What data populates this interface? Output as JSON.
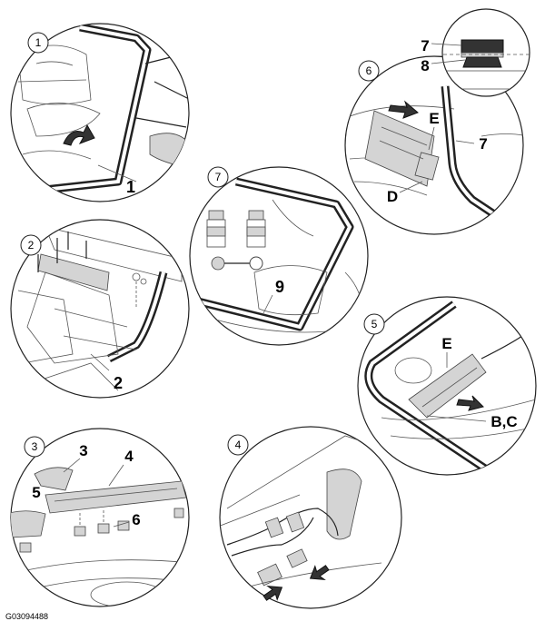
{
  "figure_code": "G03094488",
  "panels": [
    {
      "step": "1",
      "callouts": [
        "1"
      ]
    },
    {
      "step": "2",
      "callouts": [
        "2"
      ]
    },
    {
      "step": "3",
      "callouts": [
        "3",
        "4",
        "5",
        "6"
      ]
    },
    {
      "step": "4",
      "callouts": []
    },
    {
      "step": "5",
      "callouts": [
        "E",
        "B,C"
      ]
    },
    {
      "step": "6",
      "callouts": [
        "7",
        "8",
        "E",
        "7",
        "D"
      ]
    },
    {
      "step": "7",
      "callouts": [
        "9"
      ]
    }
  ]
}
